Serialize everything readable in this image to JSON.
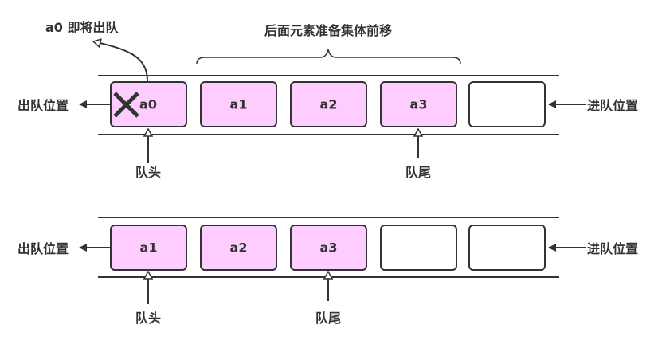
{
  "colors": {
    "filled": "#FFCCFF",
    "empty": "#FFFFFF",
    "stroke": "#333333"
  },
  "top": {
    "annotation": "a0 即将出队",
    "brace_label": "后面元素准备集体前移",
    "exit_label": "出队位置",
    "enter_label": "进队位置",
    "cells": [
      "a0",
      "a1",
      "a2",
      "a3",
      ""
    ],
    "removed_icon": "x-mark-icon",
    "head_label": "队头",
    "tail_label": "队尾"
  },
  "bottom": {
    "exit_label": "出队位置",
    "enter_label": "进队位置",
    "cells": [
      "a1",
      "a2",
      "a3",
      "",
      ""
    ],
    "head_label": "队头",
    "tail_label": "队尾"
  }
}
